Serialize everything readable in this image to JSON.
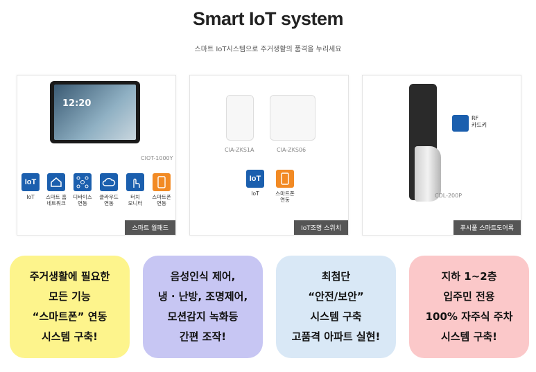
{
  "header": {
    "title": "Smart IoT system",
    "subtitle": "스마트 IoT시스템으로 주거생활의 품격을 누리세요"
  },
  "cards": [
    {
      "model": "CIOT-1000Y",
      "tag": "스마트 월패드",
      "screen_time": "12:20",
      "features": [
        {
          "icon": "IoT",
          "label": "IoT"
        },
        {
          "icon": "home-network-icon",
          "label": "스마트 홈\n네트워크"
        },
        {
          "icon": "device-link-icon",
          "label": "디바이스\n연동"
        },
        {
          "icon": "cloud-icon",
          "label": "클라우드\n연동"
        },
        {
          "icon": "touch-icon",
          "label": "터치\n모니터"
        },
        {
          "icon": "smartphone-icon",
          "label": "스마트폰\n연동"
        }
      ]
    },
    {
      "models": [
        "CIA-ZKS1A",
        "CIA-ZKS06"
      ],
      "tag": "IoT조명 스위치",
      "features": [
        {
          "icon": "IoT",
          "label": "IoT"
        },
        {
          "icon": "smartphone-icon",
          "label": "스마트폰\n연동"
        }
      ]
    },
    {
      "model": "CDL-200P",
      "tag": "푸시풀 스마트도어록",
      "rf_label": "RF\n카드키"
    }
  ],
  "boxes": [
    {
      "text": "주거생활에 필요한\n모든 기능\n“스마트폰” 연동\n시스템 구축!",
      "color": "#fdf48c"
    },
    {
      "text": "음성인식 제어,\n냉 · 난방, 조명제어,\n모션감지 녹화등\n간편 조작!",
      "color": "#c7c6f3"
    },
    {
      "text": "최첨단\n“안전/보안”\n시스템 구축\n고품격 아파트 실현!",
      "color": "#d9e8f6"
    },
    {
      "text": "지하 1~2층\n입주민 전용\n100% 자주식 주차\n시스템 구축!",
      "color": "#fbc8c9"
    }
  ]
}
